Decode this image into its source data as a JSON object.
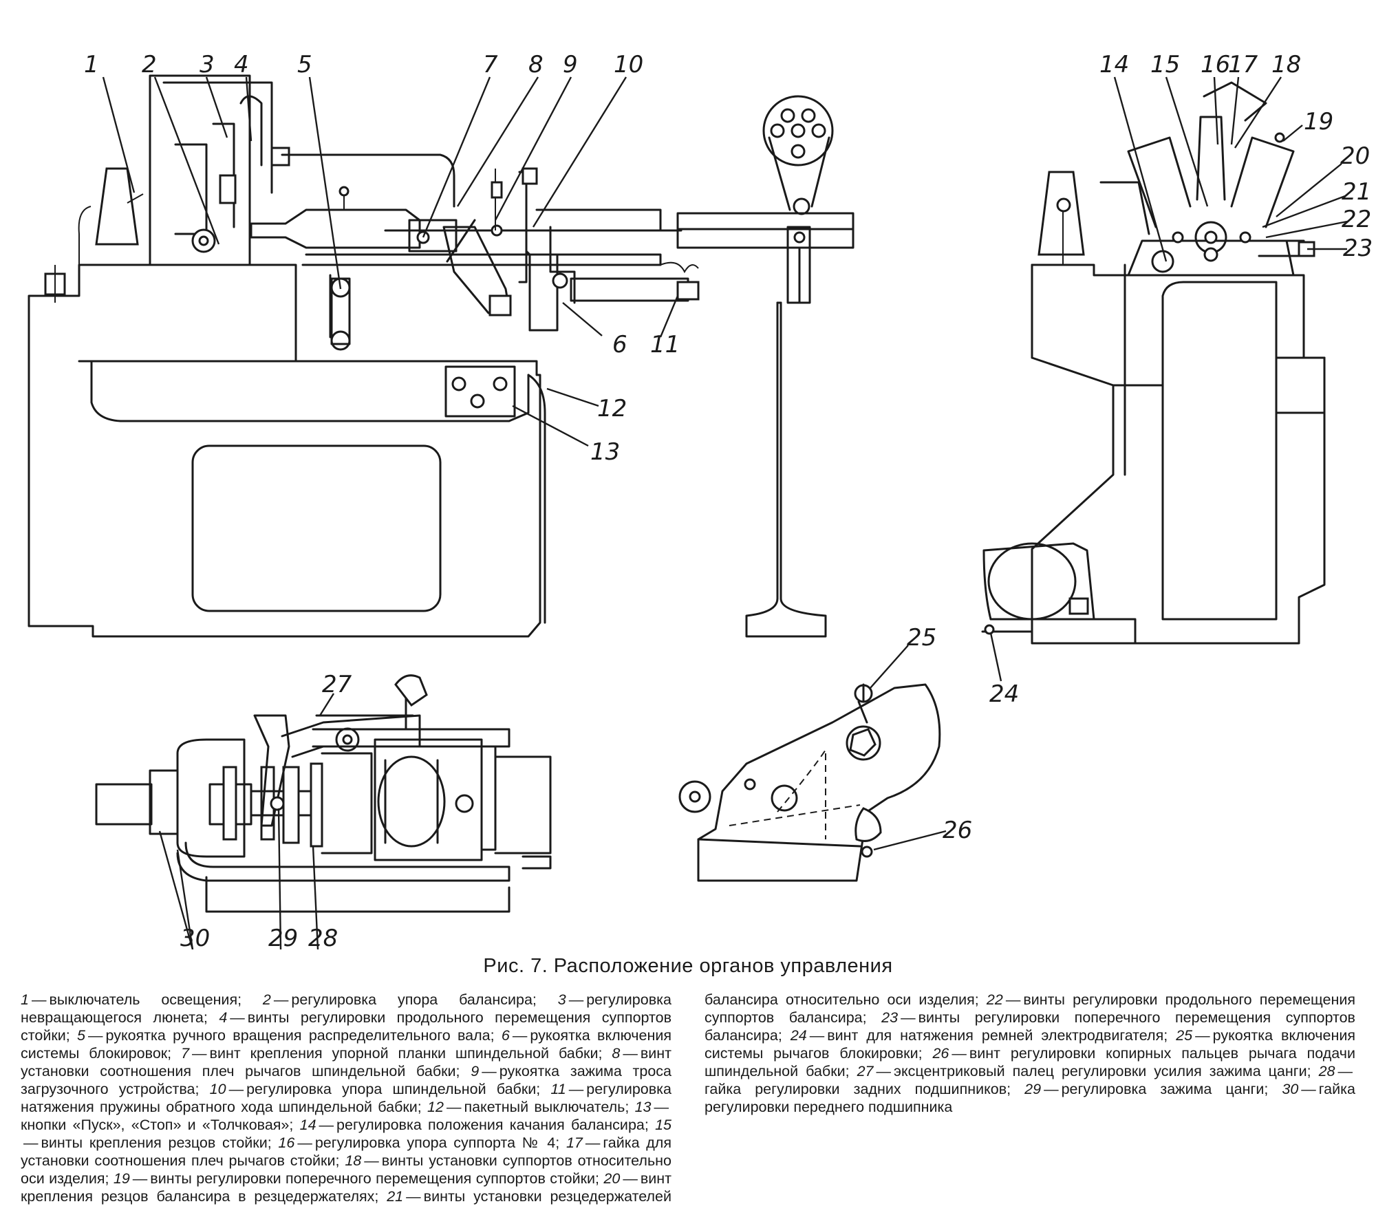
{
  "figure": {
    "caption": "Рис. 7. Расположение органов управления",
    "callouts": [
      "1",
      "2",
      "3",
      "4",
      "5",
      "6",
      "7",
      "8",
      "9",
      "10",
      "11",
      "12",
      "13",
      "14",
      "15",
      "16",
      "17",
      "18",
      "19",
      "20",
      "21",
      "22",
      "23",
      "24",
      "25",
      "26",
      "27",
      "28",
      "29",
      "30"
    ]
  },
  "legend": [
    {
      "n": "1",
      "text": "выключатель освещения;"
    },
    {
      "n": "2",
      "text": "регулировка упора балансира;"
    },
    {
      "n": "3",
      "text": "регулировка невращающегося люнета;"
    },
    {
      "n": "4",
      "text": "винты регулировки продольного перемещения суппортов стойки;"
    },
    {
      "n": "5",
      "text": "рукоятка ручного вращения распределительного вала;"
    },
    {
      "n": "6",
      "text": "рукоятка включения системы блокировок;"
    },
    {
      "n": "7",
      "text": "винт крепления упорной планки шпиндельной бабки;"
    },
    {
      "n": "8",
      "text": "винт установки соотношения плеч рычагов шпиндельной бабки;"
    },
    {
      "n": "9",
      "text": "рукоятка зажима троса загрузочного устройства;"
    },
    {
      "n": "10",
      "text": "регулировка упора шпиндельной бабки;"
    },
    {
      "n": "11",
      "text": "регулировка натяжения пружины обратного хода шпиндельной бабки;"
    },
    {
      "n": "12",
      "text": "пакетный выключатель;"
    },
    {
      "n": "13",
      "text": "кнопки «Пуск», «Стоп» и «Толчковая»;"
    },
    {
      "n": "14",
      "text": "регулировка положения качания балансира;"
    },
    {
      "n": "15",
      "text": "винты крепления резцов стойки;"
    },
    {
      "n": "16",
      "text": "регулировка упора суппорта № 4;"
    },
    {
      "n": "17",
      "text": "гайка для установки соотношения плеч рычагов стойки;"
    },
    {
      "n": "18",
      "text": "винты установки суппортов относительно оси изделия;"
    },
    {
      "n": "19",
      "text": "винты регулировки поперечного перемещения суппортов стойки;"
    },
    {
      "n": "20",
      "text": "винт крепления резцов балансира в резцедержателях;"
    },
    {
      "n": "21",
      "text": "винты установки резцедержателей балансира относительно оси изделия;"
    },
    {
      "n": "22",
      "text": "винты регулировки продольного перемещения суппортов балансира;"
    },
    {
      "n": "23",
      "text": "винты регулировки поперечного перемещения суппортов балансира;"
    },
    {
      "n": "24",
      "text": "винт для натяжения ремней электродвигателя;"
    },
    {
      "n": "25",
      "text": "рукоятка включения системы рычагов блокировки;"
    },
    {
      "n": "26",
      "text": "винт регулировки копирных пальцев рычага подачи шпиндельной бабки;"
    },
    {
      "n": "27",
      "text": "эксцентриковый палец регулировки усилия зажима цанги;"
    },
    {
      "n": "28",
      "text": "гайка регулировки задних подшипников;"
    },
    {
      "n": "29",
      "text": "регулировка зажима цанги;"
    },
    {
      "n": "30",
      "text": "гайка регулировки переднего подшипника"
    }
  ]
}
